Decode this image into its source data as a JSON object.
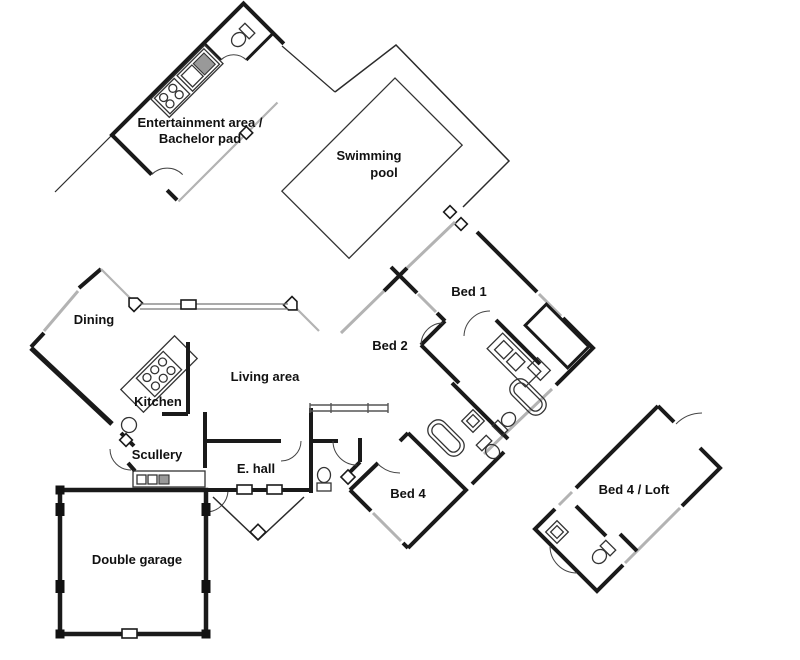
{
  "document": {
    "type": "architectural-floor-plan",
    "background": "#ffffff"
  },
  "colors": {
    "wall": "#1a1a1a",
    "glass_wall": "#b3b3b3",
    "fixture_outline": "#333333",
    "fixture_dark_fill": "#999999",
    "label_text": "#111111"
  },
  "rooms": {
    "entertainment": {
      "line1": "Entertainment area /",
      "line2": "Bachelor pad"
    },
    "pool": {
      "line1": "Swimming",
      "line2": "pool"
    },
    "dining": {
      "label": "Dining"
    },
    "kitchen": {
      "label": "Kitchen"
    },
    "living": {
      "label": "Living area"
    },
    "scullery": {
      "label": "Scullery"
    },
    "entrance_hall": {
      "label": "E. hall"
    },
    "bed1": {
      "label": "Bed 1"
    },
    "bed2": {
      "label": "Bed 2"
    },
    "bed4": {
      "label": "Bed 4"
    },
    "garage": {
      "label": "Double garage"
    },
    "loft": {
      "label": "Bed 4 / Loft"
    }
  },
  "fixtures": [
    "stove-4-burner",
    "kitchenette-sink",
    "toilet",
    "kitchen-island-hob",
    "scullery-triple-sink",
    "bathtub",
    "double-vanity",
    "vanity-basin",
    "shower-arc",
    "entrance-porch",
    "sliding-door-marker",
    "door-swing-arc",
    "window-band",
    "garage-pier"
  ]
}
